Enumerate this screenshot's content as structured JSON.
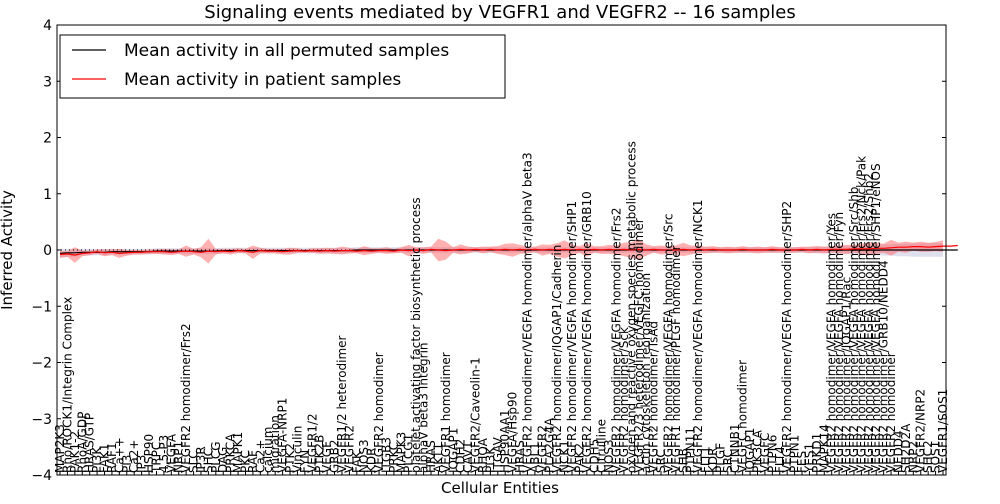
{
  "chart_data": {
    "type": "line",
    "title": "Signaling events mediated by VEGFR1 and VEGFR2 -- 16 samples",
    "xlabel": "Cellular Entities",
    "ylabel": "Inferred Activity",
    "ylim": [
      -4,
      4
    ],
    "yticks": [
      -4,
      -3,
      -2,
      -1,
      0,
      1,
      2,
      3,
      4
    ],
    "grid": false,
    "legend_position": "top-left",
    "reference_line": 0,
    "categories": [
      "MAP2K3",
      "Rho/ROCK1/Integrin Complex",
      "PAK1-2",
      "RhoA/GDP",
      "HRAS/GTP",
      "PI3K",
      "FAK1",
      "RAF1",
      "Ca++",
      "PI3",
      "Ca2+",
      "IP3",
      "HSP90",
      "TRPC",
      "4,5-P3",
      "VEGFA",
      "NRP1",
      "VEGFR2 homodimer/Frs2",
      "SLC",
      "IP3R",
      "SHC",
      "PLCG",
      "DAG",
      "PRKCA",
      "MAPK1",
      "PKC",
      "RAF",
      "Ca2+",
      "calcium",
      "migration",
      "VEGFA-NRP1",
      "PTK2",
      "Vinculin",
      "FYN",
      "VEGFR1/2",
      "PTK2B",
      "VEGF",
      "GRB2",
      "VEGFR1/2 heterodimer",
      "VEGFR2",
      "FAK",
      "NOS3",
      "KDR",
      "VEGFR2 homodimer",
      "ITGB3",
      "PRKC",
      "MAPK3",
      "PLCG1",
      "platelet activating factor biosynthetic process",
      "alphaV beta3 Integrin",
      "HRAS",
      "AKT1",
      "VEGFR1 homodimer",
      "IQGAP1",
      "CDH2",
      "CAV1",
      "VEGFR2/Caveolin-1",
      "RHOA",
      "PI3K",
      "ITGAV",
      "HSP90AA1",
      "VEGFA/Hsp90",
      "HRAS",
      "VEGFR2 homodimer/VEGFA homodimer/alphaV beta3",
      "ABL1",
      "VEGFR2",
      "PLA2G4A",
      "VEGFR2 homodimer/IQGAP1/Cadherin",
      "NCK1",
      "VEGFR2 homodimer/VEGFA homodimer/SHP1",
      "PAK2",
      "VEGFR2 homodimer/VEGFA homodimer/GRB10",
      "CDH5",
      "Citrulline",
      "NOS3",
      "VEGFR2 homodimer/VEGFA homodimer/Frs2",
      "VEGFR2 homodimer/Sck",
      "oxygen and reactive oxygen species metabolic process",
      "VEGFR2/3 heterodimer/VEGFC homodimer",
      "actin cytoskeleton reorganization",
      "VEGFR2 homodimer/TsAd",
      "SRC",
      "VEGFR2 homodimer/VEGFA homodimer/Src",
      "VEGFR1 homodimer/PLGF homodimer",
      "SHB",
      "PTPN11",
      "VEGFR2 homodimer/VEGFA homodimer/NCK1",
      "FLT1",
      "KDR",
      "PLGF",
      "SRC",
      "CTNNB1",
      "VEGFC homodimer",
      "IQGAP1",
      "PIK3CA",
      "VEGFC",
      "PTPN6",
      "FLT4",
      "VEGFR2 homodimer/VEGFA homodimer/SHP2",
      "PTPN1",
      "FES",
      "YES1",
      "PRKD1",
      "MAPK14",
      "VEGFR2 homodimer/VEGFA homodimer/Yes",
      "VEGFR2 homodimer/VEGFA homodimer/Fyn",
      "VEGFR2 homodimer/IQGAP1/Rac",
      "VEGFR2 homodimer/VEGFA homodimer/Src/Shb",
      "VEGFR2 homodimer/VEGFA homodimer/Frs2/Nck/Pak",
      "VEGFR2 homodimer/VEGFA homodimer/Frs2/Shb2",
      "VEGFR2 homodimer/VEGFA homodimer/SHP1/eNOS",
      "VEGFR2 homodimer/GRB10/NEDD4",
      "VEGFR2 homodimer",
      "NEDD4",
      "SH2D2A",
      "NRP2",
      "VEGFR2/NRP2",
      "SHC2",
      "SOS1",
      "VEGFR1/SOS1"
    ],
    "series": [
      {
        "name": "Mean activity in all permuted samples",
        "color": "#000000",
        "values": [
          -0.06,
          -0.05,
          -0.05,
          -0.04,
          -0.04,
          -0.04,
          -0.04,
          -0.03,
          -0.03,
          -0.03,
          -0.03,
          -0.03,
          -0.03,
          -0.02,
          -0.02,
          -0.02,
          -0.02,
          -0.02,
          -0.02,
          -0.02,
          -0.02,
          -0.02,
          -0.01,
          -0.01,
          -0.01,
          -0.01,
          -0.01,
          -0.01,
          -0.01,
          -0.01,
          -0.01,
          -0.01,
          -0.01,
          -0.01,
          -0.01,
          -0.01,
          -0.01,
          -0.01,
          -0.01,
          -0.01,
          0,
          0,
          0,
          0,
          0,
          0,
          0,
          0,
          0,
          0,
          0,
          0,
          0,
          0,
          0,
          0,
          0,
          0,
          0,
          0,
          0,
          0,
          0,
          0,
          0,
          0,
          0,
          0,
          0,
          0,
          0,
          0,
          0,
          0,
          0,
          0,
          0,
          0,
          0,
          0,
          0,
          0,
          0,
          0,
          0,
          0,
          0,
          0,
          0,
          0,
          0,
          0,
          0,
          0,
          0,
          0,
          0,
          0,
          0,
          0,
          0,
          0,
          0,
          0,
          0,
          0,
          0,
          0,
          0,
          0,
          0,
          0,
          0,
          0,
          0,
          0,
          0,
          0,
          0,
          0,
          0,
          0
        ]
      },
      {
        "name": "Mean activity in patient samples",
        "color": "#ff0000",
        "values": [
          -0.08,
          -0.07,
          -0.09,
          -0.06,
          -0.05,
          -0.03,
          -0.05,
          -0.04,
          -0.06,
          -0.05,
          -0.04,
          -0.04,
          -0.03,
          -0.03,
          -0.03,
          -0.04,
          -0.03,
          -0.02,
          -0.03,
          -0.04,
          -0.02,
          -0.03,
          -0.02,
          -0.03,
          -0.01,
          -0.02,
          -0.04,
          -0.01,
          -0.02,
          -0.02,
          -0.03,
          -0.02,
          -0.01,
          -0.02,
          -0.01,
          -0.02,
          -0.01,
          -0.02,
          -0.01,
          -0.01,
          -0.02,
          -0.01,
          -0.02,
          -0.01,
          -0.01,
          -0.02,
          0,
          -0.01,
          0,
          -0.01,
          0.01,
          0,
          -0.01,
          0,
          0.01,
          0,
          0.01,
          0,
          0.01,
          0,
          0.01,
          0,
          0.01,
          0,
          0.01,
          0,
          0.01,
          0,
          0.01,
          0,
          0.01,
          0,
          0.01,
          0,
          0.01,
          0,
          0.01,
          0,
          0.01,
          0,
          0.01,
          0,
          0,
          0,
          0.01,
          0,
          0.01,
          0,
          0.01,
          0,
          0,
          0,
          0.01,
          0,
          0,
          0,
          0.01,
          0,
          0,
          0,
          0.01,
          0,
          0.01,
          0,
          0.01,
          0.01,
          0.01,
          0.02,
          0.02,
          0.02,
          0.03,
          0.03,
          0.04,
          0.05,
          0.05,
          0.06,
          0.06,
          0.05,
          0.06,
          0.07,
          0.07,
          0.08
        ]
      }
    ],
    "bands": {
      "permuted_spread": [
        0.08,
        0.07,
        0.07,
        0.06,
        0.06,
        0.05,
        0.06,
        0.05,
        0.05,
        0.05,
        0.05,
        0.05,
        0.05,
        0.05,
        0.05,
        0.05,
        0.05,
        0.05,
        0.05,
        0.05,
        0.05,
        0.05,
        0.05,
        0.05,
        0.05,
        0.05,
        0.05,
        0.05,
        0.05,
        0.05,
        0.05,
        0.05,
        0.05,
        0.05,
        0.05,
        0.05,
        0.05,
        0.05,
        0.05,
        0.05,
        0.05,
        0.05,
        0.05,
        0.05,
        0.05,
        0.05,
        0.05,
        0.05,
        0.05,
        0.05,
        0.05,
        0.05,
        0.05,
        0.05,
        0.05,
        0.05,
        0.05,
        0.05,
        0.05,
        0.05,
        0.05,
        0.05,
        0.05,
        0.05,
        0.05,
        0.05,
        0.05,
        0.05,
        0.05,
        0.05,
        0.05,
        0.05,
        0.05,
        0.05,
        0.05,
        0.05,
        0.05,
        0.05,
        0.05,
        0.05,
        0.05,
        0.05,
        0.05,
        0.05,
        0.05,
        0.05,
        0.05,
        0.05,
        0.05,
        0.05,
        0.05,
        0.05,
        0.05,
        0.05,
        0.05,
        0.05,
        0.05,
        0.05,
        0.05,
        0.05,
        0.05,
        0.05,
        0.06,
        0.06,
        0.06,
        0.07,
        0.07,
        0.08,
        0.08,
        0.09,
        0.09,
        0.1,
        0.1,
        0.11,
        0.11,
        0.12,
        0.12,
        0.12,
        0.12,
        0.12
      ],
      "patient_spread": [
        0.06,
        0.05,
        0.14,
        0.05,
        0.04,
        0.04,
        0.06,
        0.05,
        0.08,
        0.05,
        0.04,
        0.04,
        0.04,
        0.04,
        0.05,
        0.05,
        0.04,
        0.1,
        0.05,
        0.09,
        0.22,
        0.05,
        0.04,
        0.05,
        0.04,
        0.04,
        0.12,
        0.05,
        0.04,
        0.04,
        0.05,
        0.06,
        0.04,
        0.03,
        0.04,
        0.05,
        0.05,
        0.05,
        0.07,
        0.05,
        0.04,
        0.08,
        0.05,
        0.04,
        0.06,
        0.04,
        0.05,
        0.1,
        0.05,
        0.06,
        0.05,
        0.2,
        0.16,
        0.05,
        0.09,
        0.06,
        0.04,
        0.06,
        0.05,
        0.07,
        0.1,
        0.12,
        0.08,
        0.06,
        0.05,
        0.1,
        0.08,
        0.12,
        0.16,
        0.1,
        0.06,
        0.12,
        0.06,
        0.07,
        0.08,
        0.08,
        0.12,
        0.14,
        0.18,
        0.1,
        0.06,
        0.08,
        0.07,
        0.08,
        0.12,
        0.08,
        0.07,
        0.06,
        0.06,
        0.05,
        0.06,
        0.05,
        0.06,
        0.05,
        0.06,
        0.05,
        0.06,
        0.05,
        0.05,
        0.05,
        0.05,
        0.06,
        0.06,
        0.06,
        0.06,
        0.07,
        0.08,
        0.07,
        0.09,
        0.12,
        0.1,
        0.08,
        0.14,
        0.08,
        0.1,
        0.07,
        0.09,
        0.08,
        0.08,
        0.1
      ]
    }
  }
}
